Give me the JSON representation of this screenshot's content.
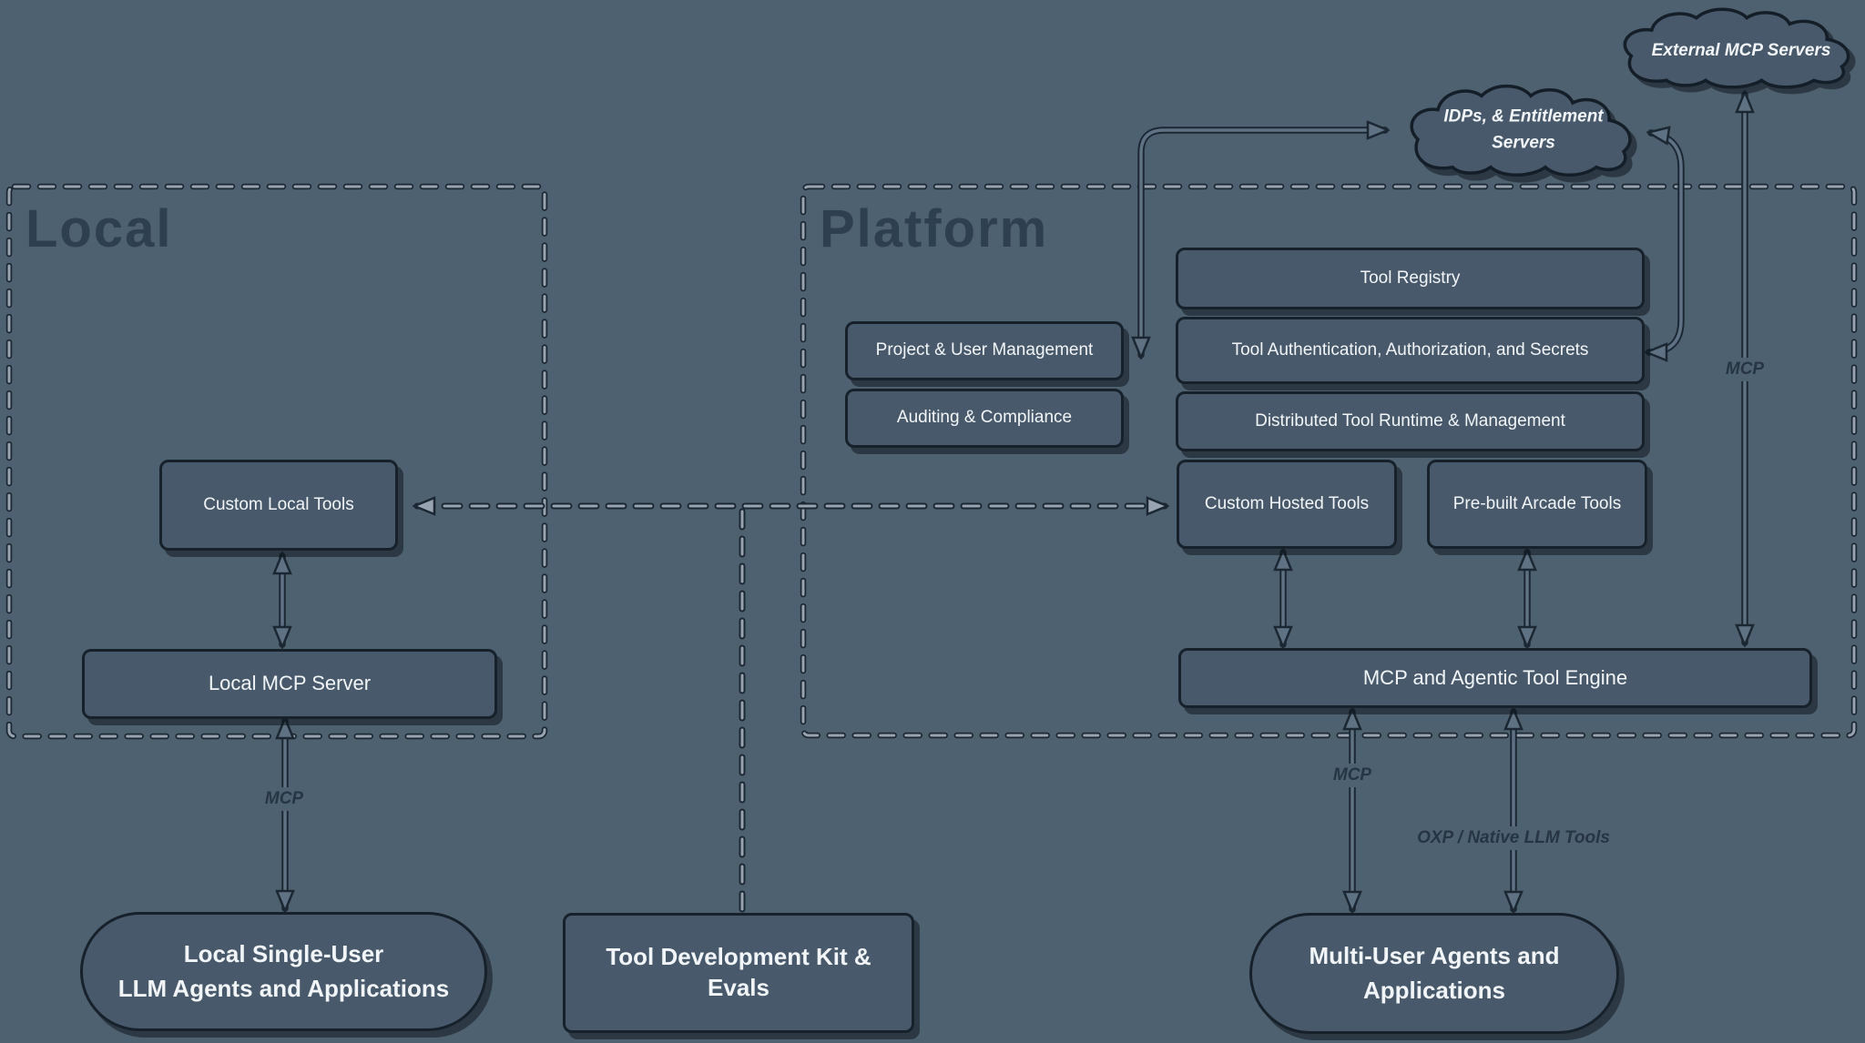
{
  "groups": {
    "local": {
      "title": "Local"
    },
    "platform": {
      "title": "Platform"
    }
  },
  "clouds": {
    "external_mcp_servers": {
      "label": "External MCP Servers"
    },
    "idps": {
      "line1": "IDPs, & Entitlement",
      "line2": "Servers"
    }
  },
  "boxes": {
    "custom_local_tools": {
      "label": "Custom Local Tools"
    },
    "local_mcp_server": {
      "label": "Local MCP Server"
    },
    "project_user_management": {
      "label": "Project & User Management"
    },
    "auditing_compliance": {
      "label": "Auditing & Compliance"
    },
    "tool_registry": {
      "label": "Tool Registry"
    },
    "tool_auth": {
      "label": "Tool Authentication, Authorization, and Secrets"
    },
    "distributed_runtime": {
      "label": "Distributed Tool Runtime & Management"
    },
    "custom_hosted_tools": {
      "label": "Custom Hosted Tools"
    },
    "prebuilt_arcade_tools": {
      "label": "Pre-built Arcade Tools"
    },
    "engine": {
      "label": "MCP and Agentic Tool Engine"
    },
    "tdk": {
      "label": "Tool Development Kit & Evals"
    }
  },
  "stadiums": {
    "local_agents": {
      "line1": "Local Single-User",
      "line2": "LLM Agents and Applications"
    },
    "multi_agents": {
      "line1": "Multi-User Agents and",
      "line2": "Applications"
    }
  },
  "edge_labels": {
    "mcp_local": "MCP",
    "mcp_engine": "MCP",
    "mcp_external": "MCP",
    "oxp": "OXP / Native LLM Tools"
  },
  "colors": {
    "background": "#4e6170",
    "node_fill": "#47596b",
    "node_border": "#16212c",
    "text_light": "#f2f5f7",
    "text_dark": "#2c3d4e",
    "arrow": "#5f7284",
    "dash_light": "#97a3b0"
  }
}
